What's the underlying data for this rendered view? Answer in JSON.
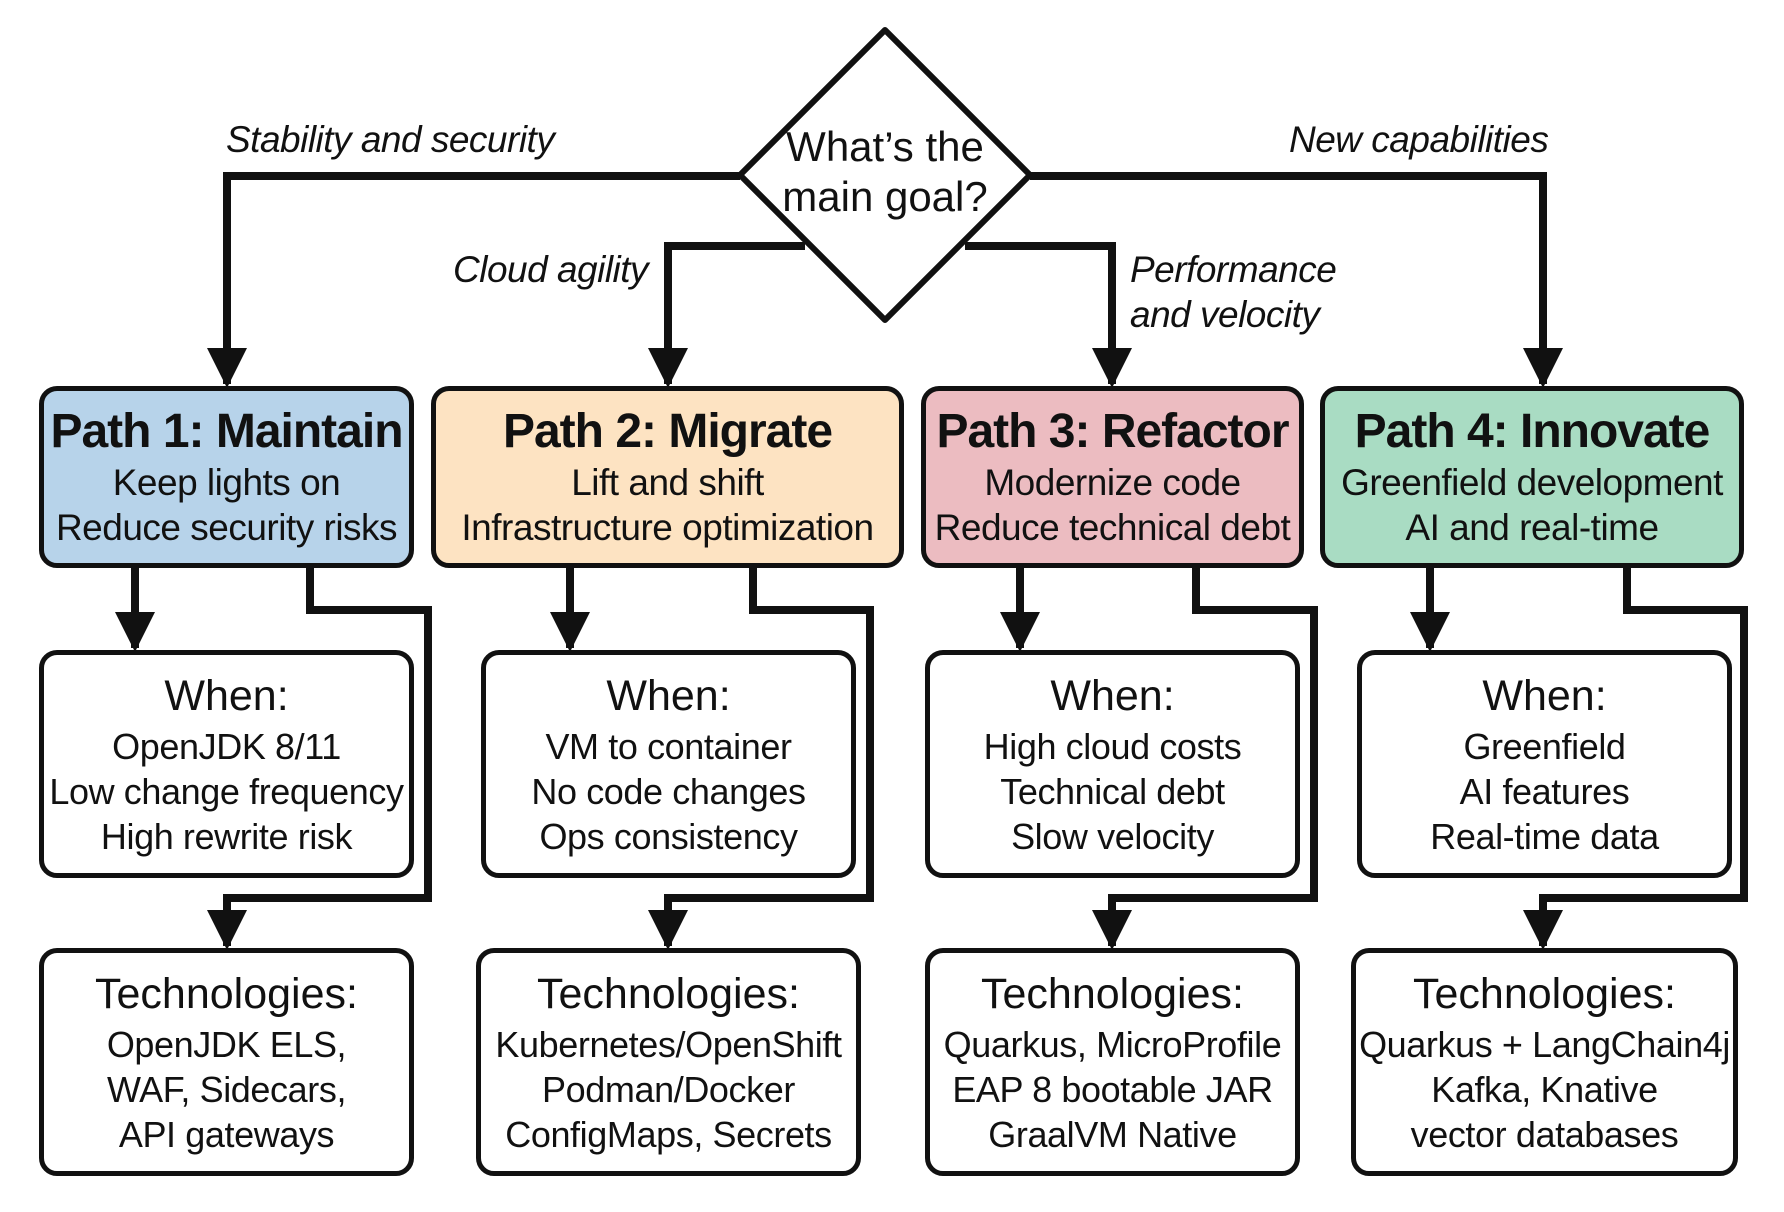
{
  "decision": {
    "line1": "What’s the",
    "line2": "main goal?"
  },
  "edges": {
    "stability": "Stability and security",
    "cloud": "Cloud agility",
    "performance_line1": "Performance",
    "performance_line2": "and velocity",
    "new_caps": "New capabilities"
  },
  "colors": {
    "path1": "#b7d3ea",
    "path2": "#fde3c2",
    "path3": "#ecbcc1",
    "path4": "#a9dcc3",
    "stroke": "#111111"
  },
  "paths": [
    {
      "title": "Path 1: Maintain",
      "lines": [
        "Keep lights on",
        "Reduce security risks"
      ],
      "when_title": "When:",
      "when": [
        "OpenJDK 8/11",
        "Low change frequency",
        "High rewrite risk"
      ],
      "tech_title": "Technologies:",
      "tech": [
        "OpenJDK ELS,",
        "WAF, Sidecars,",
        "API gateways"
      ]
    },
    {
      "title": "Path 2: Migrate",
      "lines": [
        "Lift and shift",
        "Infrastructure optimization"
      ],
      "when_title": "When:",
      "when": [
        "VM to container",
        "No code changes",
        "Ops consistency"
      ],
      "tech_title": "Technologies:",
      "tech": [
        "Kubernetes/OpenShift",
        "Podman/Docker",
        "ConfigMaps, Secrets"
      ]
    },
    {
      "title": "Path 3: Refactor",
      "lines": [
        "Modernize code",
        "Reduce technical debt"
      ],
      "when_title": "When:",
      "when": [
        "High cloud costs",
        "Technical debt",
        "Slow velocity"
      ],
      "tech_title": "Technologies:",
      "tech": [
        "Quarkus, MicroProfile",
        "EAP 8 bootable JAR",
        "GraalVM Native"
      ]
    },
    {
      "title": "Path 4: Innovate",
      "lines": [
        "Greenfield development",
        "AI and real-time"
      ],
      "when_title": "When:",
      "when": [
        "Greenfield",
        "AI features",
        "Real-time data"
      ],
      "tech_title": "Technologies:",
      "tech": [
        "Quarkus + LangChain4j",
        "Kafka, Knative",
        "vector databases"
      ]
    }
  ]
}
